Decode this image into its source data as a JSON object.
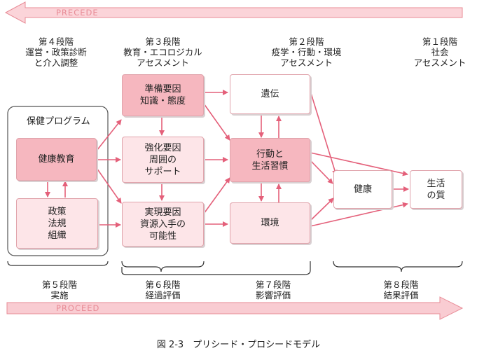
{
  "banners": {
    "precede": "PRECEDE",
    "proceed": "PROCEED"
  },
  "phases_top": {
    "p4": "第４段階\n運営・政策診断\nと介入調整",
    "p3": "第３段階\n教育・エコロジカル\nアセスメント",
    "p2": "第２段階\n疫学・行動・環境\nアセスメント",
    "p1": "第１段階\n社会\nアセスメント"
  },
  "phases_bottom": {
    "p5": "第５段階\n実施",
    "p6": "第６段階\n経過評価",
    "p7": "第７段階\n影響評価",
    "p8": "第８段階\n結果評価"
  },
  "program": {
    "title": "保健プログラム",
    "education": "健康教育",
    "policy": "政策\n法規\n組織"
  },
  "factors": {
    "predisposing": "準備要因\n知識・態度",
    "reinforcing": "強化要因\n周囲の\nサポート",
    "enabling": "実現要因\n資源入手の\n可能性"
  },
  "determinants": {
    "heredity": "遺伝",
    "behavior": "行動と\n生活習慣",
    "environment": "環境"
  },
  "outcomes": {
    "health": "健康",
    "qol": "生活\nの質"
  },
  "caption": "図 2-3　プリシード・プロシードモデル",
  "colors": {
    "dark_box": "#f6b7bf",
    "light_box": "#fde5e8",
    "arrow": "#e4607a",
    "banner_fill": "#f9ccd2"
  }
}
